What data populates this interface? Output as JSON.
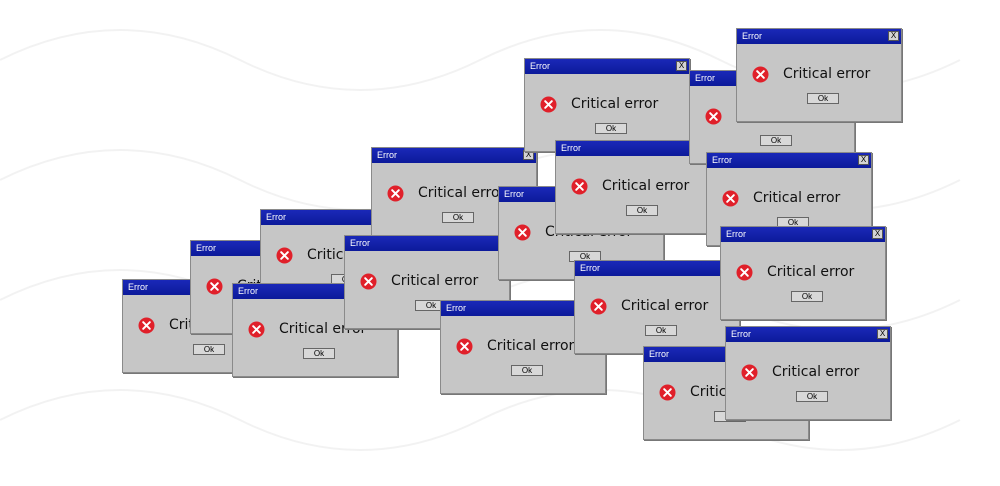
{
  "dialog": {
    "title": "Error",
    "message": "Critical error",
    "ok_label": "Ok",
    "close_label": "X",
    "icon": "error-x-icon"
  },
  "colors": {
    "titlebar": "#1a28b8",
    "window_bg": "#c6c6c6",
    "error_red": "#e0202a"
  },
  "stock_id": "159201713"
}
